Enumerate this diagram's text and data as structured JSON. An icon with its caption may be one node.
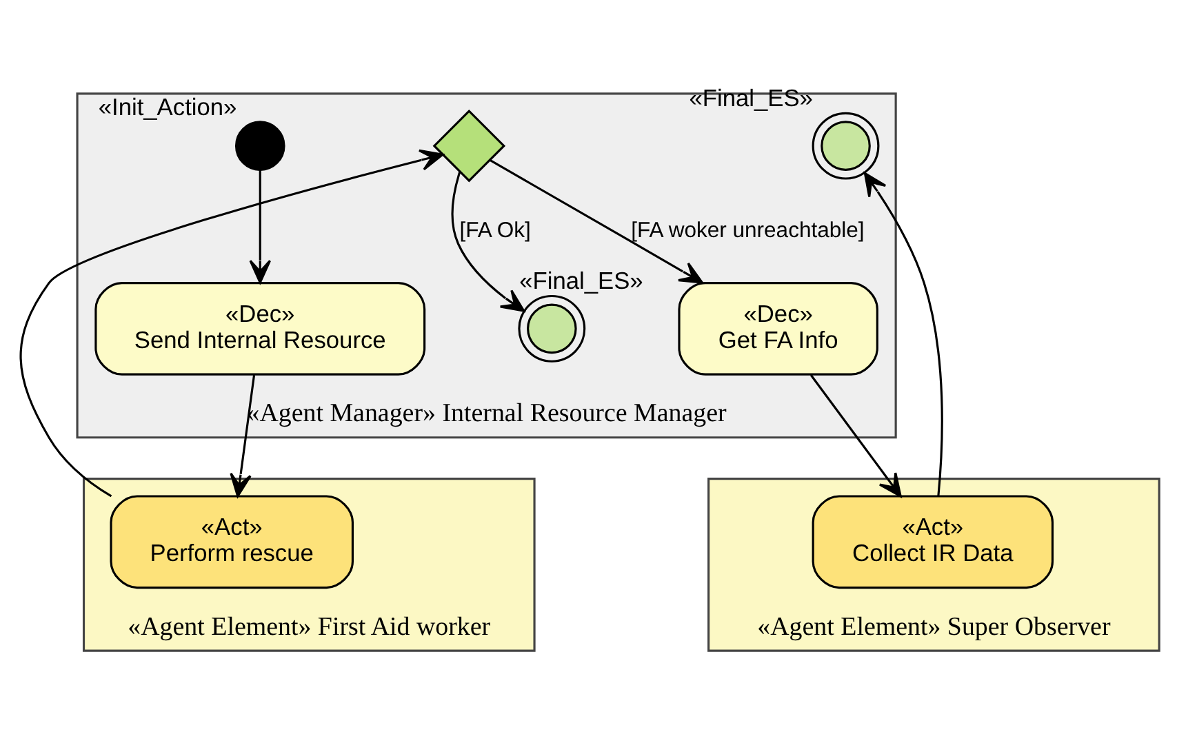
{
  "diagram": {
    "nodes": [
      {
        "text": [
          "«Agent Manager» Internal Resource Manager"
        ]
      },
      {
        "text": [],
        "shape": "circle",
        "in": 0,
        "beside": [
          "«Init_Action»"
        ]
      },
      {
        "text": [
          "«Dec»",
          "Send Internal Resource"
        ],
        "in": 0
      },
      {
        "text": [],
        "shape": "diamond",
        "in": 0
      },
      {
        "text": [],
        "shape": "circle",
        "in": 0,
        "beside": [
          "«Final_ES»"
        ]
      },
      {
        "text": [
          "«Dec»",
          "Get FA Info"
        ],
        "in": 0
      },
      {
        "text": [],
        "shape": "circle",
        "in": 0,
        "beside": [
          "«Final_ES»"
        ]
      },
      {
        "text": [
          "«Agent Element» First Aid worker"
        ]
      },
      {
        "text": [
          "«Act»",
          "Perform rescue"
        ],
        "in": 7
      },
      {
        "text": [
          "«Agent Element» Super Observer"
        ]
      },
      {
        "text": [
          "«Act»",
          "Collect IR Data"
        ],
        "in": 9
      }
    ],
    "edges": [
      {
        "from": 1,
        "to": 2,
        "arrow": "to"
      },
      {
        "from": 2,
        "to": 8,
        "arrow": "to"
      },
      {
        "from": 8,
        "to": 3,
        "arrow": "to"
      },
      {
        "from": 3,
        "to": 4,
        "arrow": "to",
        "label": "[FA Ok]"
      },
      {
        "from": 3,
        "to": 5,
        "arrow": "to",
        "label": "[FA woker unreachtable]"
      },
      {
        "from": 5,
        "to": 10,
        "arrow": "to"
      },
      {
        "from": 10,
        "to": 6,
        "arrow": "to"
      }
    ]
  }
}
